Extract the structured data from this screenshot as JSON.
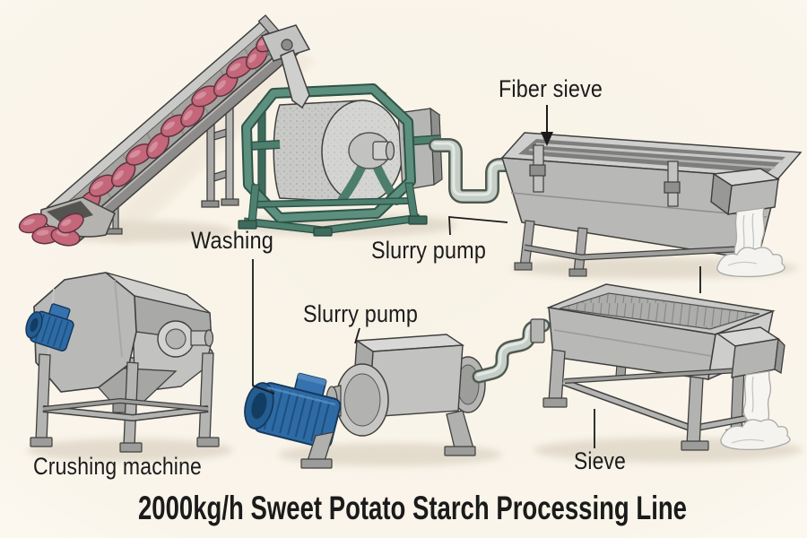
{
  "title": "2000kg/h Sweet Potato Starch Processing Line",
  "labels": {
    "fiber_sieve": "Fiber sieve",
    "washing": "Washing",
    "slurry_pump_top": "Slurry pump",
    "slurry_pump_bottom": "Slurry pump",
    "crushing_machine": "Crushing machine",
    "sieve": "Sieve"
  },
  "illustration": {
    "components": [
      "inclined-feeding-conveyor",
      "sweet-potatoes",
      "washing-drum-machine",
      "slurry-pipe-to-fiber-sieve",
      "fiber-sieve-trough",
      "fiber-discharge-chute",
      "starch-waterfall-and-pile",
      "crushing-machine",
      "slurry-pump-with-blue-motor",
      "sieve-table",
      "starch-waterfall-and-pile-2"
    ],
    "colors": {
      "background": "#faf5eb",
      "steel_light": "#d6d6d4",
      "steel": "#bcbcba",
      "steel_dark": "#8f8f8d",
      "outline": "#3f3f3d",
      "frame_green": "#5d8f7e",
      "frame_green_dark": "#2f5448",
      "motor_blue": "#2e6ba5",
      "potato_pink": "#c4677a",
      "starch_white": "#f6f5f1",
      "shadow": "#e3dccd",
      "text": "#1b1b1b"
    }
  }
}
